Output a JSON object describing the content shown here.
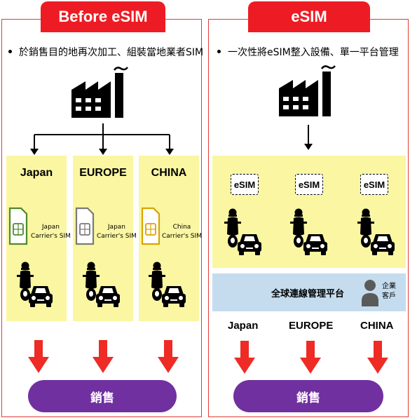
{
  "left": {
    "title": "Before eSIM",
    "bullet": "於銷售目的地再次加工、組裝當地業者SIM",
    "columns": [
      {
        "region": "Japan",
        "sim_line1": "Japan",
        "sim_line2": "Carrier's SIM",
        "sim_color": "#4e8a2c"
      },
      {
        "region": "EUROPE",
        "sim_line1": "Japan",
        "sim_line2": "Carrier's SIM",
        "sim_color": "#7a7a7a"
      },
      {
        "region": "CHINA",
        "sim_line1": "China",
        "sim_line2": "Carrier's SIM",
        "sim_color": "#d9a400"
      }
    ],
    "sales": "銷售"
  },
  "right": {
    "title": "eSIM",
    "bullet": "一次性將eSIM整入設備、單一平台管理",
    "chip_label": "eSIM",
    "platform": "全球連線管理平台",
    "user_line1": "企業",
    "user_line2": "客戶",
    "regions": [
      "Japan",
      "EUROPE",
      "CHINA"
    ],
    "sales": "銷售"
  },
  "colors": {
    "accent_red": "#ed1c24",
    "yellow": "#faf6a2",
    "purple": "#7030a0",
    "platform_blue": "#c5dcef"
  },
  "icons": [
    "factory-icon",
    "sim-card-icon",
    "scooter-icon",
    "car-icon",
    "person-icon",
    "arrow-down-icon"
  ]
}
